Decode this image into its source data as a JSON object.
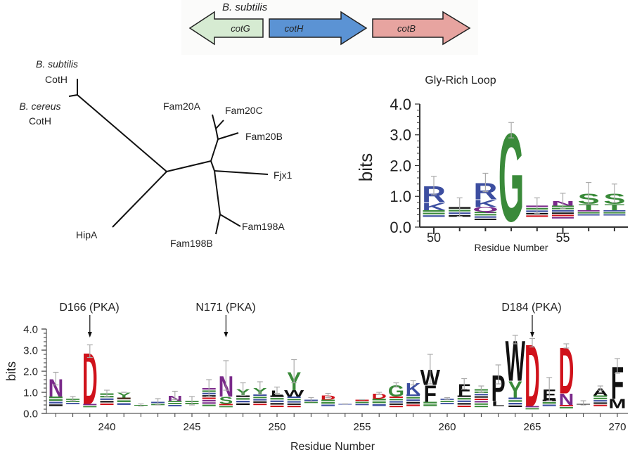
{
  "gene_map": {
    "organism": "B. subtilis",
    "genes": [
      {
        "name": "cotG",
        "direction": "left",
        "color": "#d6ebd2"
      },
      {
        "name": "cotH",
        "direction": "right",
        "color": "#5b93d4"
      },
      {
        "name": "cotB",
        "direction": "right",
        "color": "#e7a4a0"
      }
    ]
  },
  "tree": {
    "leaves": [
      {
        "species": "B. subtilis",
        "name": "CotH"
      },
      {
        "species": "B. cereus",
        "name": "CotH"
      },
      {
        "name": "Fam20A"
      },
      {
        "name": "Fam20C"
      },
      {
        "name": "Fam20B"
      },
      {
        "name": "Fjx1"
      },
      {
        "name": "Fam198A"
      },
      {
        "name": "Fam198B"
      },
      {
        "name": "HipA"
      }
    ]
  },
  "chart_data": [
    {
      "type": "sequence-logo",
      "title": "Gly-Rich Loop",
      "xlabel": "Residue Number",
      "ylabel": "bits",
      "ylim": [
        0,
        4.0
      ],
      "yticks": [
        "0.0",
        "1.0",
        "2.0",
        "3.0",
        "4.0"
      ],
      "xticks": [
        "50",
        "55"
      ],
      "xrange": [
        50,
        57
      ],
      "positions": [
        {
          "pos": 50,
          "letters": [
            {
              "l": "R",
              "h": 0.55,
              "c": "#3c4ea0"
            },
            {
              "l": "K",
              "h": 0.25,
              "c": "#3c4ea0"
            },
            {
              "l": "small",
              "h": 0.25,
              "c": "#3a8a3a"
            }
          ],
          "base": 0.3,
          "err": 1.65
        },
        {
          "pos": 51,
          "letters": [
            {
              "l": "small",
              "h": 0.35,
              "c": "#111111"
            }
          ],
          "base": 0.3,
          "err": 0.95
        },
        {
          "pos": 52,
          "letters": [
            {
              "l": "R",
              "h": 0.55,
              "c": "#3c4ea0"
            },
            {
              "l": "K",
              "h": 0.25,
              "c": "#3c4ea0"
            },
            {
              "l": "Q",
              "h": 0.15,
              "c": "#7a2a8a"
            },
            {
              "l": "small",
              "h": 0.3,
              "c": "#3a8a3a"
            }
          ],
          "base": 0.2,
          "err": 1.75
        },
        {
          "pos": 53,
          "letters": [
            {
              "l": "G",
              "h": 2.95,
              "c": "#3a8a3a"
            }
          ],
          "base": 0.2,
          "err": 3.4
        },
        {
          "pos": 54,
          "letters": [
            {
              "l": "small",
              "h": 0.4,
              "c": "#7a2a8a"
            }
          ],
          "base": 0.3,
          "err": 0.95
        },
        {
          "pos": 55,
          "letters": [
            {
              "l": "N",
              "h": 0.15,
              "c": "#7a2a8a"
            },
            {
              "l": "small",
              "h": 0.45,
              "c": "#3a8a3a"
            }
          ],
          "base": 0.25,
          "err": 1.1
        },
        {
          "pos": 56,
          "letters": [
            {
              "l": "S",
              "h": 0.35,
              "c": "#3a8a3a"
            },
            {
              "l": "T",
              "h": 0.2,
              "c": "#3a8a3a"
            },
            {
              "l": "small",
              "h": 0.2,
              "c": "#7a2a8a"
            }
          ],
          "base": 0.35,
          "err": 1.45
        },
        {
          "pos": 57,
          "letters": [
            {
              "l": "S",
              "h": 0.35,
              "c": "#3a8a3a"
            },
            {
              "l": "T",
              "h": 0.2,
              "c": "#3a8a3a"
            },
            {
              "l": "small",
              "h": 0.2,
              "c": "#3c4ea0"
            }
          ],
          "base": 0.35,
          "err": 1.4
        }
      ]
    },
    {
      "type": "sequence-logo",
      "title": "",
      "xlabel": "Residue Number",
      "ylabel": "bits",
      "ylim": [
        0,
        4.0
      ],
      "yticks": [
        "0.0",
        "1.0",
        "2.0",
        "3.0",
        "4.0"
      ],
      "xticks": [
        "240",
        "245",
        "250",
        "255",
        "260",
        "265",
        "270"
      ],
      "xrange": [
        237,
        270
      ],
      "annotations": [
        {
          "label": "D166 (PKA)",
          "pos": 239
        },
        {
          "label": "N171 (PKA)",
          "pos": 247
        },
        {
          "label": "D184 (PKA)",
          "pos": 265
        }
      ],
      "positions": [
        {
          "pos": 237,
          "letters": [
            {
              "l": "N",
              "h": 0.85,
              "c": "#7a2a8a"
            },
            {
              "l": "small",
              "h": 0.5,
              "c": "#3a8a3a"
            }
          ],
          "base": 0.3,
          "err": 1.95
        },
        {
          "pos": 238,
          "letters": [
            {
              "l": "small",
              "h": 0.3,
              "c": "#3a8a3a"
            }
          ],
          "base": 0.4,
          "err": 0.8
        },
        {
          "pos": 239,
          "letters": [
            {
              "l": "D",
              "h": 2.5,
              "c": "#d0121b"
            },
            {
              "l": "small",
              "h": 0.2,
              "c": "#7a2a8a"
            }
          ],
          "base": 0.25,
          "err": 3.25
        },
        {
          "pos": 240,
          "letters": [
            {
              "l": "small",
              "h": 0.6,
              "c": "#3a8a3a"
            }
          ],
          "base": 0.35,
          "err": 1.1
        },
        {
          "pos": 241,
          "letters": [
            {
              "l": "Y",
              "h": 0.25,
              "c": "#3a8a3a"
            },
            {
              "l": "small",
              "h": 0.4,
              "c": "#4a2a1a"
            }
          ],
          "base": 0.35,
          "err": 1.0
        },
        {
          "pos": 242,
          "letters": [
            {
              "l": "small",
              "h": 0.05,
              "c": "#3a8a3a"
            }
          ],
          "base": 0.35,
          "err": 0.45
        },
        {
          "pos": 243,
          "letters": [
            {
              "l": "small",
              "h": 0.2,
              "c": "#3c4ea0"
            }
          ],
          "base": 0.35,
          "err": 0.7
        },
        {
          "pos": 244,
          "letters": [
            {
              "l": "N",
              "h": 0.25,
              "c": "#7a2a8a"
            },
            {
              "l": "small",
              "h": 0.3,
              "c": "#3a8a3a"
            }
          ],
          "base": 0.3,
          "err": 1.05
        },
        {
          "pos": 245,
          "letters": [
            {
              "l": "small",
              "h": 0.2,
              "c": "#3a8a3a"
            }
          ],
          "base": 0.4,
          "err": 0.8
        },
        {
          "pos": 246,
          "letters": [
            {
              "l": "small",
              "h": 0.9,
              "c": "#7a2a8a"
            }
          ],
          "base": 0.3,
          "err": 1.6
        },
        {
          "pos": 247,
          "letters": [
            {
              "l": "N",
              "h": 1.0,
              "c": "#7a2a8a"
            },
            {
              "l": "S",
              "h": 0.35,
              "c": "#3a8a3a"
            },
            {
              "l": "small",
              "h": 0.2,
              "c": "#d0121b"
            }
          ],
          "base": 0.25,
          "err": 2.5
        },
        {
          "pos": 248,
          "letters": [
            {
              "l": "Y",
              "h": 0.3,
              "c": "#3a8a3a"
            },
            {
              "l": "small",
              "h": 0.5,
              "c": "#111111"
            }
          ],
          "base": 0.35,
          "err": 1.45
        },
        {
          "pos": 249,
          "letters": [
            {
              "l": "Y",
              "h": 0.3,
              "c": "#3a8a3a"
            },
            {
              "l": "small",
              "h": 0.55,
              "c": "#3c4ea0"
            }
          ],
          "base": 0.35,
          "err": 1.5
        },
        {
          "pos": 250,
          "letters": [
            {
              "l": "L",
              "h": 0.25,
              "c": "#111111"
            },
            {
              "l": "small",
              "h": 0.6,
              "c": "#111111"
            }
          ],
          "base": 0.25,
          "err": 1.25
        },
        {
          "pos": 251,
          "letters": [
            {
              "l": "Y",
              "h": 0.9,
              "c": "#3a8a3a"
            },
            {
              "l": "W",
              "h": 0.3,
              "c": "#111111"
            },
            {
              "l": "small",
              "h": 0.55,
              "c": "#3c4ea0"
            }
          ],
          "base": 0.25,
          "err": 2.55
        },
        {
          "pos": 252,
          "letters": [
            {
              "l": "small",
              "h": 0.2,
              "c": "#3c4ea0"
            }
          ],
          "base": 0.45,
          "err": 0.75
        },
        {
          "pos": 253,
          "letters": [
            {
              "l": "D",
              "h": 0.2,
              "c": "#d0121b"
            },
            {
              "l": "small",
              "h": 0.35,
              "c": "#3a8a3a"
            }
          ],
          "base": 0.3,
          "err": 0.95
        },
        {
          "pos": 254,
          "letters": [
            {
              "l": "small",
              "h": 0.05,
              "c": "#3c4ea0"
            }
          ],
          "base": 0.4,
          "err": 0.45
        },
        {
          "pos": 255,
          "letters": [
            {
              "l": "small",
              "h": 0.3,
              "c": "#d0121b"
            }
          ],
          "base": 0.35,
          "err": 0.65
        },
        {
          "pos": 256,
          "letters": [
            {
              "l": "D",
              "h": 0.25,
              "c": "#d0121b"
            },
            {
              "l": "small",
              "h": 0.4,
              "c": "#3a8a3a"
            }
          ],
          "base": 0.3,
          "err": 1.0
        },
        {
          "pos": 257,
          "letters": [
            {
              "l": "G",
              "h": 0.55,
              "c": "#3a8a3a"
            },
            {
              "l": "small",
              "h": 0.55,
              "c": "#d0121b"
            }
          ],
          "base": 0.25,
          "err": 1.45
        },
        {
          "pos": 258,
          "letters": [
            {
              "l": "K",
              "h": 0.55,
              "c": "#3c4ea0"
            },
            {
              "l": "small",
              "h": 0.6,
              "c": "#3c4ea0"
            }
          ],
          "base": 0.3,
          "err": 1.55
        },
        {
          "pos": 259,
          "letters": [
            {
              "l": "W",
              "h": 0.75,
              "c": "#111111"
            },
            {
              "l": "F",
              "h": 0.8,
              "c": "#111111"
            },
            {
              "l": "small",
              "h": 0.25,
              "c": "#3a8a3a"
            }
          ],
          "base": 0.3,
          "err": 2.8
        },
        {
          "pos": 260,
          "letters": [
            {
              "l": "small",
              "h": 0.3,
              "c": "#3c4ea0"
            }
          ],
          "base": 0.4,
          "err": 0.75
        },
        {
          "pos": 261,
          "letters": [
            {
              "l": "F",
              "h": 0.55,
              "c": "#111111"
            },
            {
              "l": "small",
              "h": 0.6,
              "c": "#111111"
            }
          ],
          "base": 0.25,
          "err": 1.65
        },
        {
          "pos": 262,
          "letters": [
            {
              "l": "small",
              "h": 0.9,
              "c": "#3a8a3a"
            }
          ],
          "base": 0.25,
          "err": 1.3
        },
        {
          "pos": 263,
          "letters": [
            {
              "l": "P",
              "h": 1.25,
              "c": "#111111"
            },
            {
              "l": "L",
              "h": 0.25,
              "c": "#111111"
            }
          ],
          "base": 0.35,
          "err": 2.3
        },
        {
          "pos": 264,
          "letters": [
            {
              "l": "W",
              "h": 1.95,
              "c": "#111111"
            },
            {
              "l": "Y",
              "h": 0.8,
              "c": "#3a8a3a"
            },
            {
              "l": "small",
              "h": 0.5,
              "c": "#3c4ea0"
            }
          ],
          "base": 0.25,
          "err": 3.7
        },
        {
          "pos": 265,
          "letters": [
            {
              "l": "D",
              "h": 3.0,
              "c": "#d0121b"
            },
            {
              "l": "small",
              "h": 0.2,
              "c": "#7a2a8a"
            }
          ],
          "base": 0.15,
          "err": 3.55
        },
        {
          "pos": 266,
          "letters": [
            {
              "l": "E",
              "h": 0.5,
              "c": "#111111"
            },
            {
              "l": "small",
              "h": 0.35,
              "c": "#111111"
            }
          ],
          "base": 0.3,
          "err": 1.7
        },
        {
          "pos": 267,
          "letters": [
            {
              "l": "D",
              "h": 2.25,
              "c": "#d0121b"
            },
            {
              "l": "N",
              "h": 0.55,
              "c": "#7a2a8a"
            },
            {
              "l": "small",
              "h": 0.2,
              "c": "#d0121b"
            }
          ],
          "base": 0.2,
          "err": 3.1
        },
        {
          "pos": 268,
          "letters": [
            {
              "l": "small",
              "h": 0.05,
              "c": "#111111"
            }
          ],
          "base": 0.4,
          "err": 0.6
        },
        {
          "pos": 269,
          "letters": [
            {
              "l": "A",
              "h": 0.35,
              "c": "#111111"
            },
            {
              "l": "small",
              "h": 0.55,
              "c": "#3a8a3a"
            }
          ],
          "base": 0.3,
          "err": 1.3
        },
        {
          "pos": 270,
          "letters": [
            {
              "l": "F",
              "h": 1.55,
              "c": "#111111"
            },
            {
              "l": "M",
              "h": 0.45,
              "c": "#111111"
            }
          ],
          "base": 0.25,
          "err": 2.6
        }
      ]
    }
  ]
}
